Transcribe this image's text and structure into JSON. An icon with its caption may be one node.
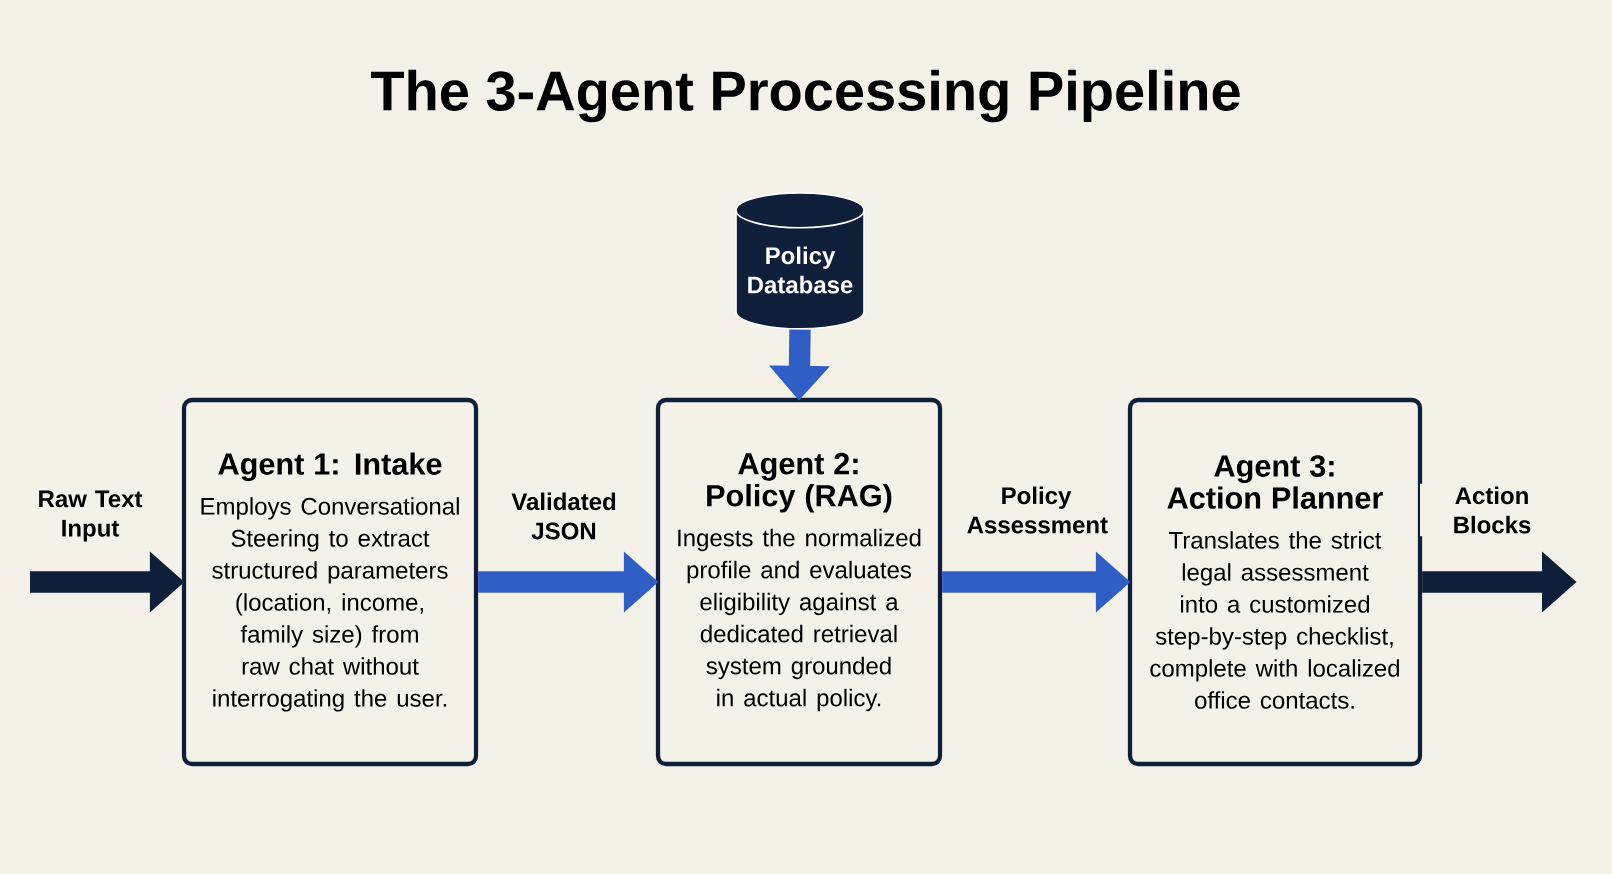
{
  "diagram": {
    "title": "The 3-Agent Processing Pipeline",
    "nodes": [
      {
        "text": [
          "Agent 1: Intake",
          "Employs Conversational Steering to extract structured parameters (location, income, family size) from raw chat without interrogating the user."
        ]
      },
      {
        "text": [
          "Policy Database"
        ]
      },
      {
        "text": [
          "Agent 2: Policy (RAG)",
          "Ingests the normalized profile and evaluates eligibility against a dedicated retrieval system grounded in actual policy."
        ]
      },
      {
        "text": [
          "Agent 3: Action Planner",
          "Translates the strict legal assessment into a customized step-by-step checklist, complete with localized office contacts."
        ]
      }
    ],
    "edges": [
      {
        "from": null,
        "to": 0,
        "arrow": "to",
        "label": "Raw Text Input",
        "color": "#0f1f3a"
      },
      {
        "from": 0,
        "to": 2,
        "arrow": "to",
        "label": "Validated JSON"
      },
      {
        "from": 1,
        "to": 2,
        "arrow": "to"
      },
      {
        "from": 2,
        "to": 3,
        "arrow": "to",
        "label": "Policy Assessment"
      },
      {
        "from": 3,
        "to": null,
        "arrow": "to",
        "label": "Action Blocks",
        "color": "#0f1f3a"
      }
    ]
  }
}
